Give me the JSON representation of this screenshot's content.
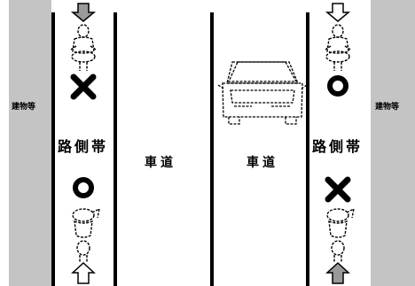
{
  "labels": {
    "building_left": "建物等",
    "building_right": "建物等",
    "sidewalk_left": "路側帯",
    "sidewalk_right": "路側帯",
    "road_left": "車道",
    "road_right": "車道"
  },
  "marks": {
    "left_top": "✖",
    "left_bottom": "○",
    "right_top": "○",
    "right_bottom": "✖"
  },
  "icons": [
    "up-arrow-icon",
    "down-arrow-icon",
    "cyclist-icon",
    "car-icon",
    "cross-mark",
    "circle-mark"
  ],
  "colors": {
    "building": "#c4c4c4",
    "arrow_gray": "#9a9a9a",
    "line": "#000000"
  }
}
